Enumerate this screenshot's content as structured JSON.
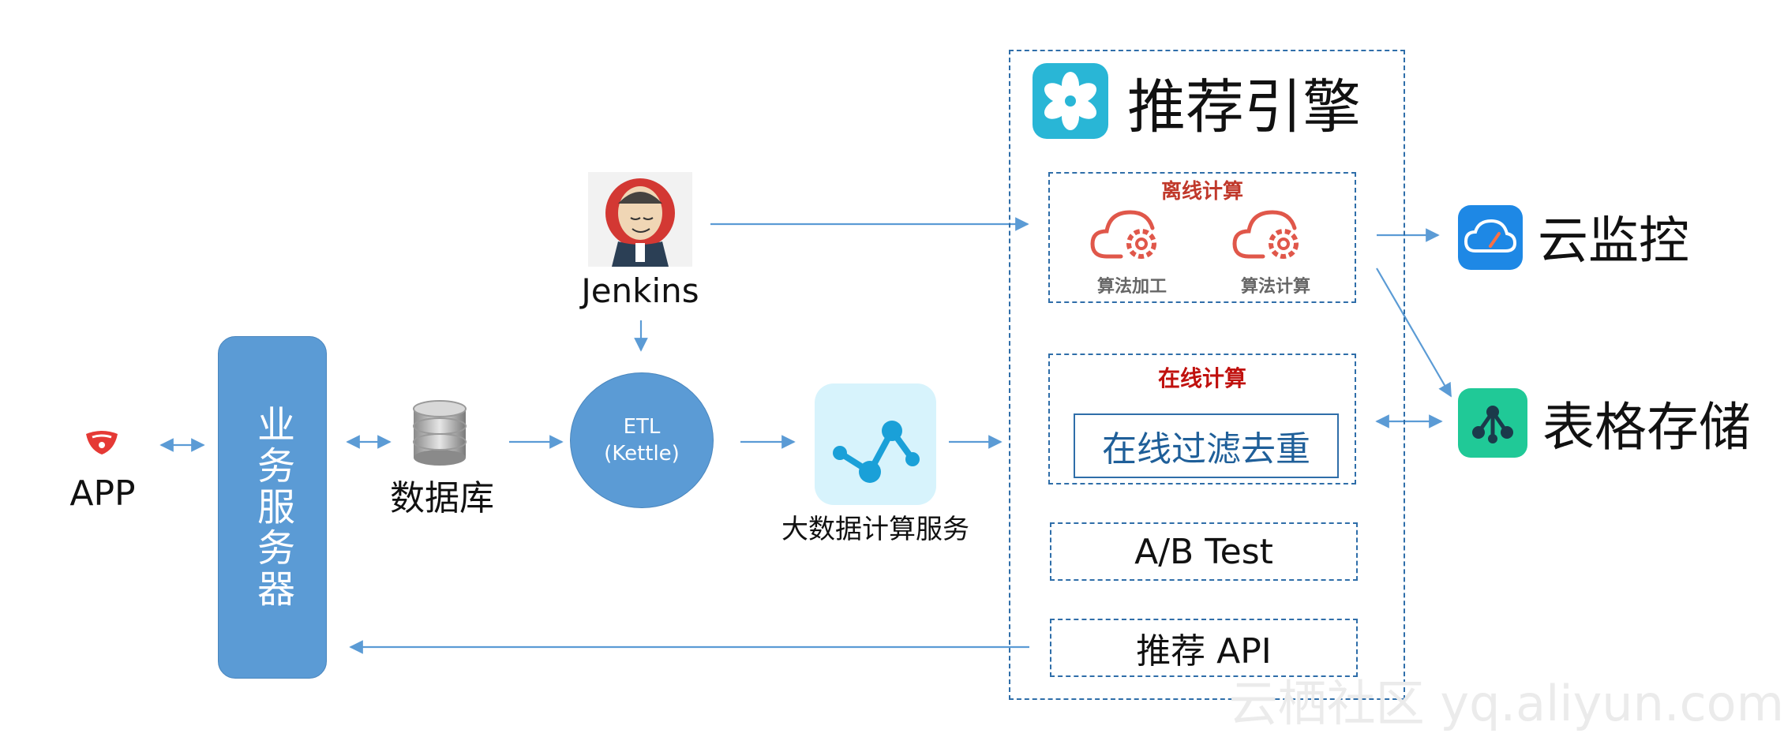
{
  "nodes": {
    "app": {
      "label": "APP"
    },
    "business_server": {
      "label": "业务服务器"
    },
    "database": {
      "label": "数据库"
    },
    "jenkins": {
      "label": "Jenkins"
    },
    "etl": {
      "line1": "ETL",
      "line2": "(Kettle)"
    },
    "big_data": {
      "label": "大数据计算服务"
    },
    "cloud_monitor": {
      "label": "云监控"
    },
    "table_storage": {
      "label": "表格存储"
    }
  },
  "engine": {
    "title": "推荐引擎",
    "offline": {
      "title": "离线计算",
      "items": [
        "算法加工",
        "算法计算"
      ]
    },
    "online": {
      "title": "在线计算",
      "filter": "在线过滤去重"
    },
    "ab_test": "A/B Test",
    "api": "推荐 API"
  },
  "watermark": "云栖社区 yq.aliyun.com",
  "colors": {
    "box_blue": "#5b9bd5",
    "dash_blue": "#2f6ea9",
    "arrow_blue": "#5b9bd5",
    "offline_title": "#c0392b",
    "online_title": "#c0110e",
    "monitor_icon": "#1e88e5",
    "table_icon": "#20c997",
    "engine_logo": "#29b6d6"
  }
}
